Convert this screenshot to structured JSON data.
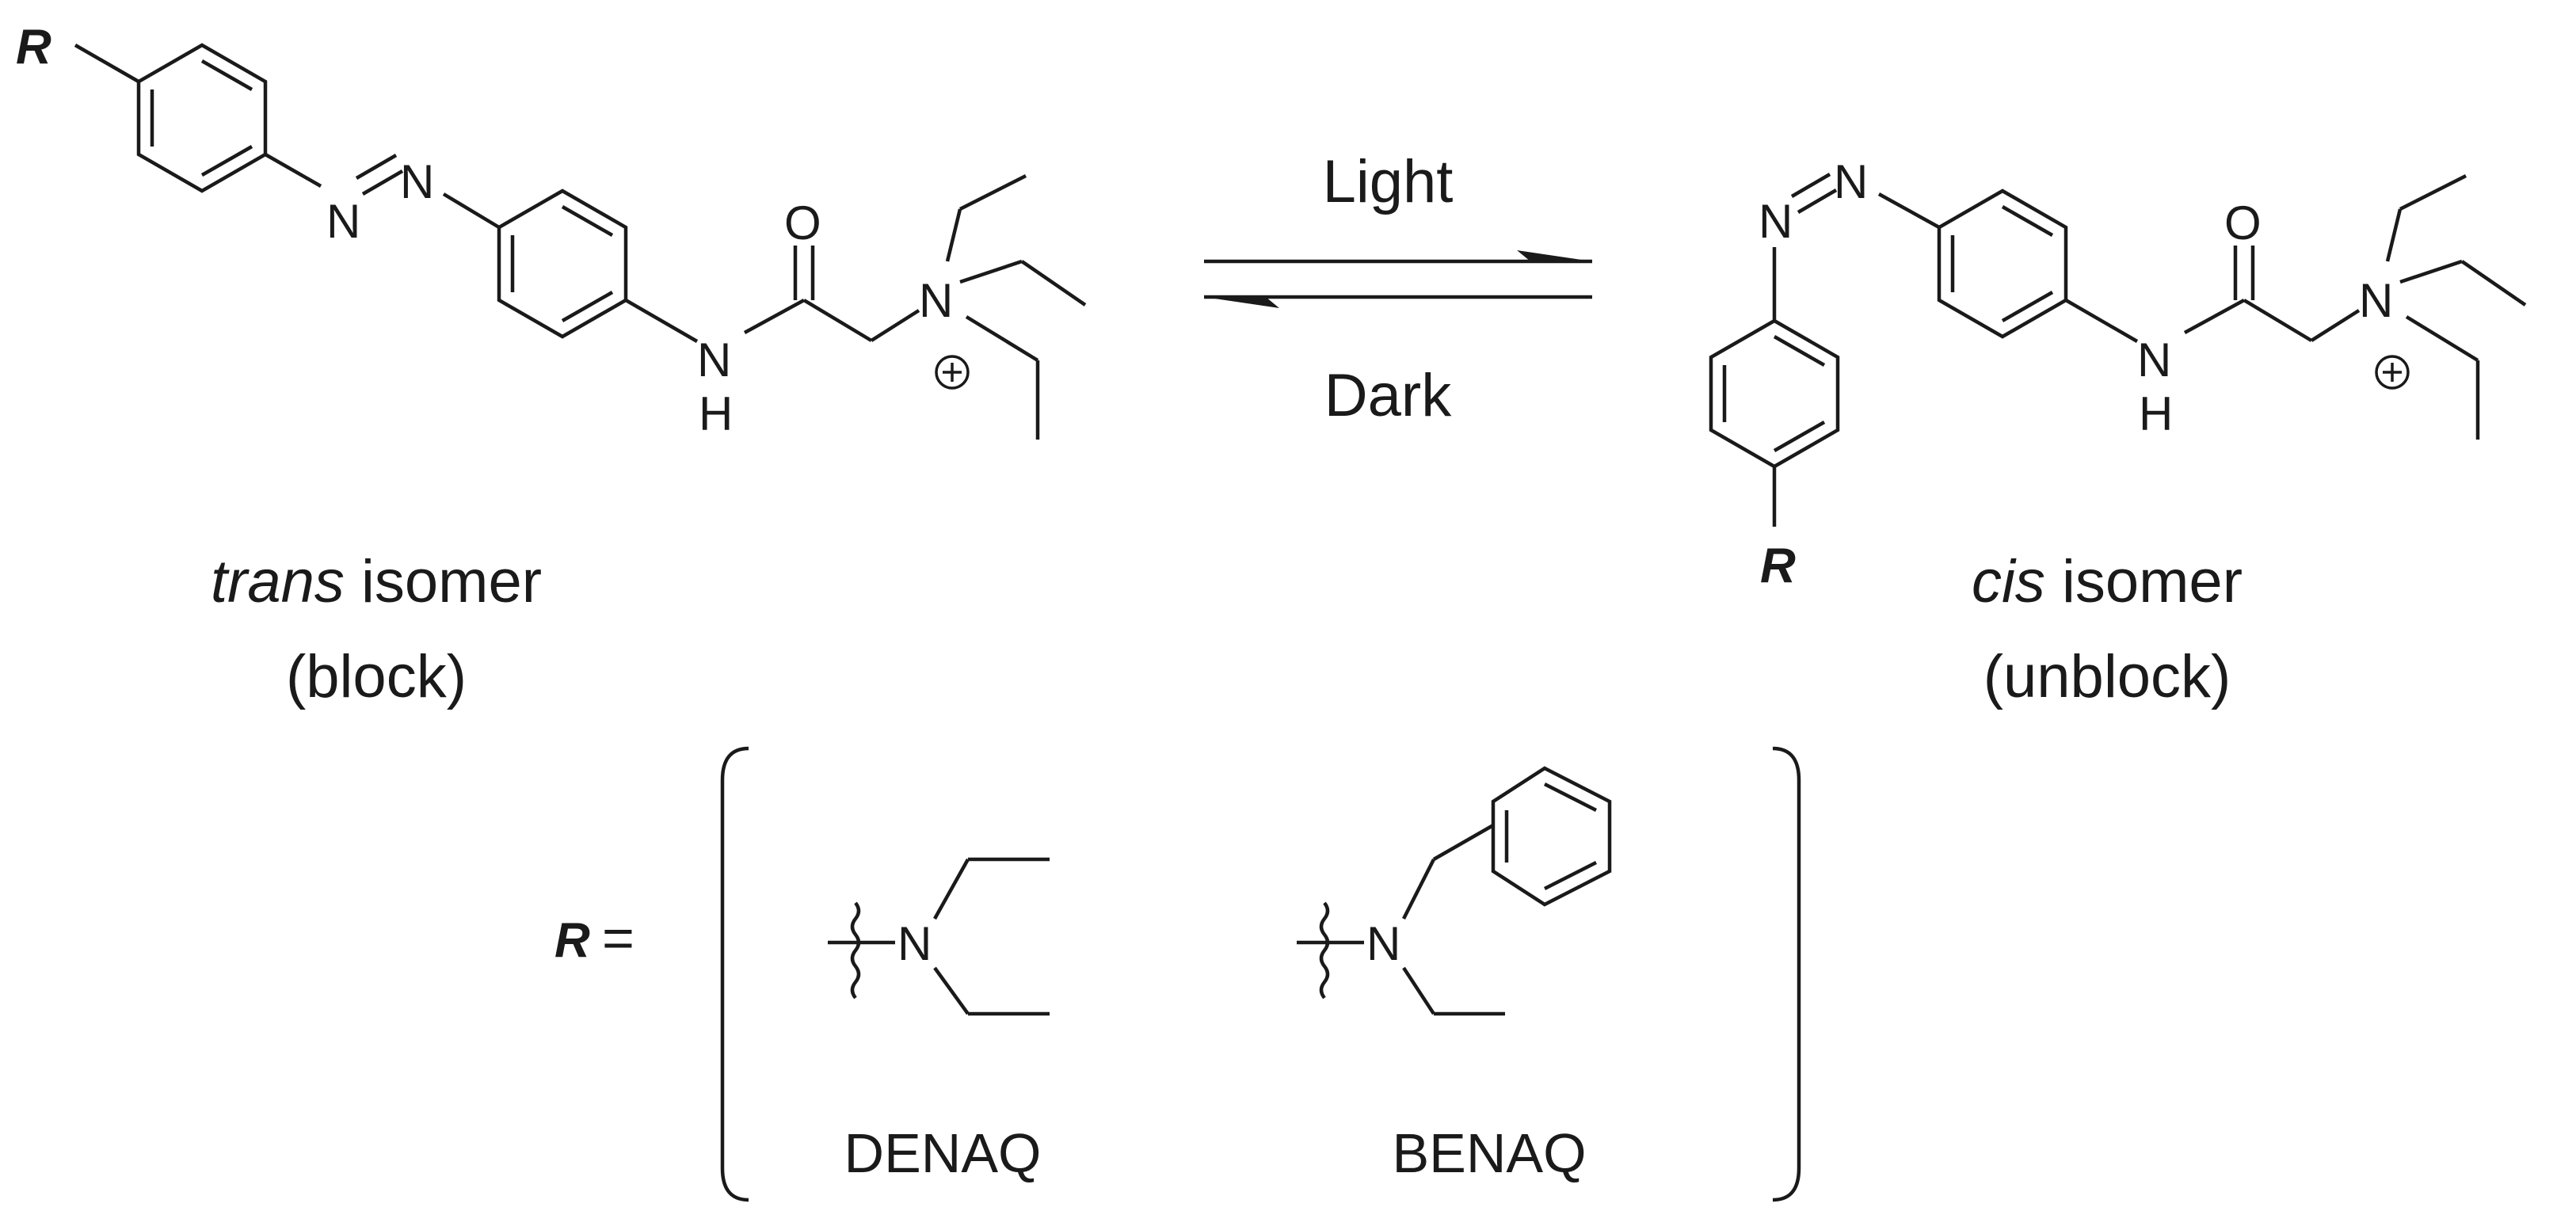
{
  "r_symbol": "R",
  "equals_sign": "=",
  "atoms": {
    "n": "N",
    "o": "O",
    "h": "H"
  },
  "reaction": {
    "forward_condition": "Light",
    "reverse_condition": "Dark"
  },
  "trans_isomer": {
    "name_italic": "trans",
    "name_rest": " isomer",
    "state": "(block)"
  },
  "cis_isomer": {
    "name_italic": "cis",
    "name_rest": " isomer",
    "state": "(unblock)"
  },
  "substituents": [
    {
      "name": "DENAQ"
    },
    {
      "name": "BENAQ"
    }
  ]
}
